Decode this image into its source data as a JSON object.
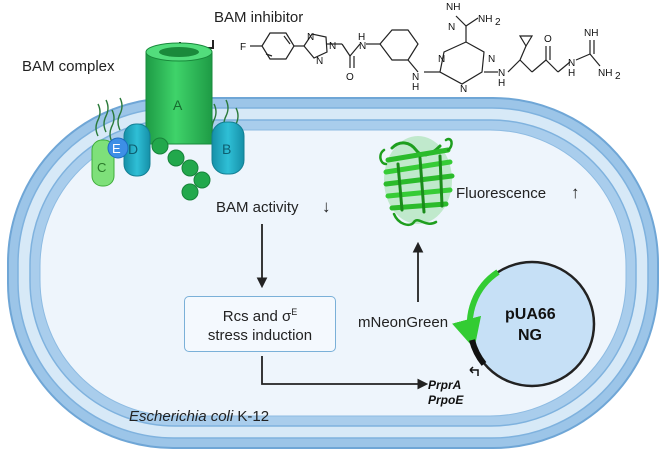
{
  "inhibitor": {
    "title": "BAM inhibitor",
    "atoms": {
      "F": "F",
      "N": "N",
      "NH": "NH",
      "NH2": "NH",
      "H": "H",
      "N_upper": "N",
      "O": "O",
      "H2": "2"
    }
  },
  "bam": {
    "complex_label": "BAM complex",
    "subunits": {
      "a": "A",
      "b": "B",
      "c": "C",
      "d": "D",
      "e": "E"
    }
  },
  "activity": {
    "label": "BAM activity",
    "direction": "↓"
  },
  "stress": {
    "line1_prefix": "Rcs and σ",
    "line1_sup": "E",
    "line2": "stress induction"
  },
  "reporter": {
    "protein_label": "mNeonGreen",
    "readout_label": "Fluorescence",
    "readout_direction": "↑"
  },
  "plasmid": {
    "line1": "pUA66",
    "line2": "NG"
  },
  "promoters": [
    "PrprA",
    "PrpoE"
  ],
  "organism": {
    "species": "Escherichia coli",
    "strain": " K-12"
  },
  "colors": {
    "membrane_outer": "#6fa6d6",
    "membrane_inner": "#cfe3f4",
    "cytoplasm": "#eef5fc",
    "bam_green": "#2ecc5a",
    "bam_teal": "#1fa8c0",
    "fluor_green": "#33cc33"
  }
}
